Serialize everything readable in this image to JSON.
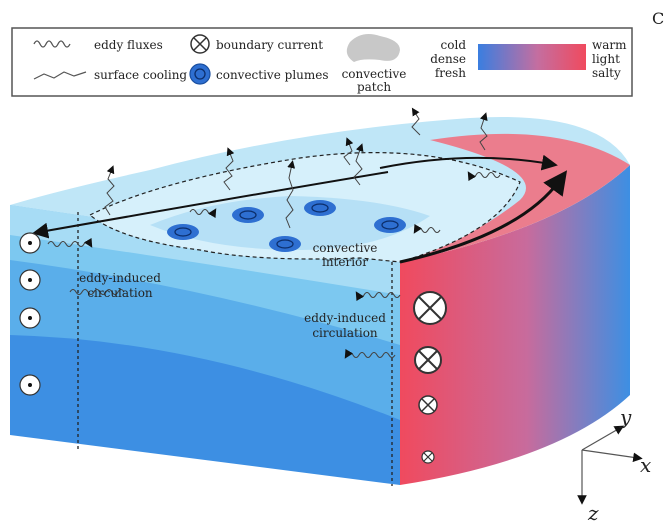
{
  "panel_letter": "C",
  "legend": {
    "eddy_fluxes": "eddy fluxes",
    "surface_cooling": "surface cooling",
    "boundary_current": "boundary current",
    "convective_plumes": "convective plumes",
    "convective_patch_line1": "convective",
    "convective_patch_line2": "patch",
    "cold_line1": "cold",
    "cold_line2": "dense",
    "cold_line3": "fresh",
    "warm_line1": "warm",
    "warm_line2": "light",
    "warm_line3": "salty"
  },
  "labels": {
    "eddy_left_line1": "eddy-induced",
    "eddy_left_line2": "circulation",
    "eddy_right_line1": "eddy-induced",
    "eddy_right_line2": "circulation",
    "interior_line1": "convective",
    "interior_line2": "interior"
  },
  "axes": {
    "x": "x",
    "y": "y",
    "z": "z"
  },
  "colors": {
    "cold": "#3a7ee0",
    "warm": "#f04a5e",
    "surface_light": "#bfe6f7",
    "layer_top": "#7cc8f0",
    "layer_mid": "#5aaeea",
    "layer_deep": "#3d8fe3"
  }
}
